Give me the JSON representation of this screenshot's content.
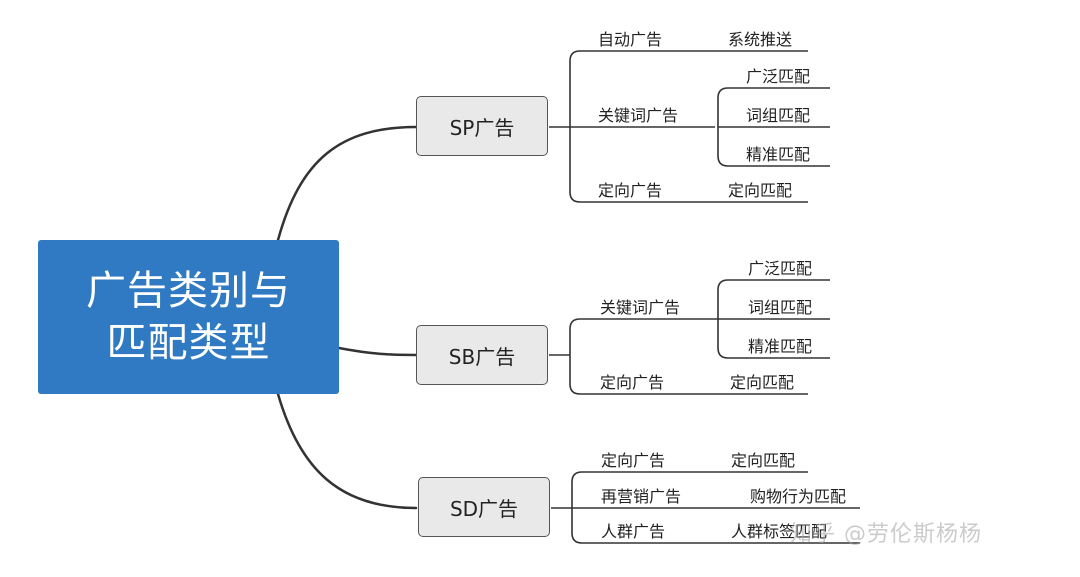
{
  "root": {
    "line1": "广告类别与",
    "line2": "匹配类型"
  },
  "sp": {
    "title": "SP广告",
    "auto": {
      "label": "自动广告",
      "match": "系统推送"
    },
    "keyword": {
      "label": "关键词广告",
      "matches": [
        "广泛匹配",
        "词组匹配",
        "精准匹配"
      ]
    },
    "targeting": {
      "label": "定向广告",
      "match": "定向匹配"
    }
  },
  "sb": {
    "title": "SB广告",
    "keyword": {
      "label": "关键词广告",
      "matches": [
        "广泛匹配",
        "词组匹配",
        "精准匹配"
      ]
    },
    "targeting": {
      "label": "定向广告",
      "match": "定向匹配"
    }
  },
  "sd": {
    "title": "SD广告",
    "targeting": {
      "label": "定向广告",
      "match": "定向匹配"
    },
    "remarketing": {
      "label": "再营销广告",
      "match": "购物行为匹配"
    },
    "audience": {
      "label": "人群广告",
      "match": "人群标签匹配"
    }
  },
  "watermark": "知乎 @劳伦斯杨杨",
  "colors": {
    "root": "#2f7ac2",
    "branch_fill": "#e9e9e9",
    "line": "#333333"
  }
}
